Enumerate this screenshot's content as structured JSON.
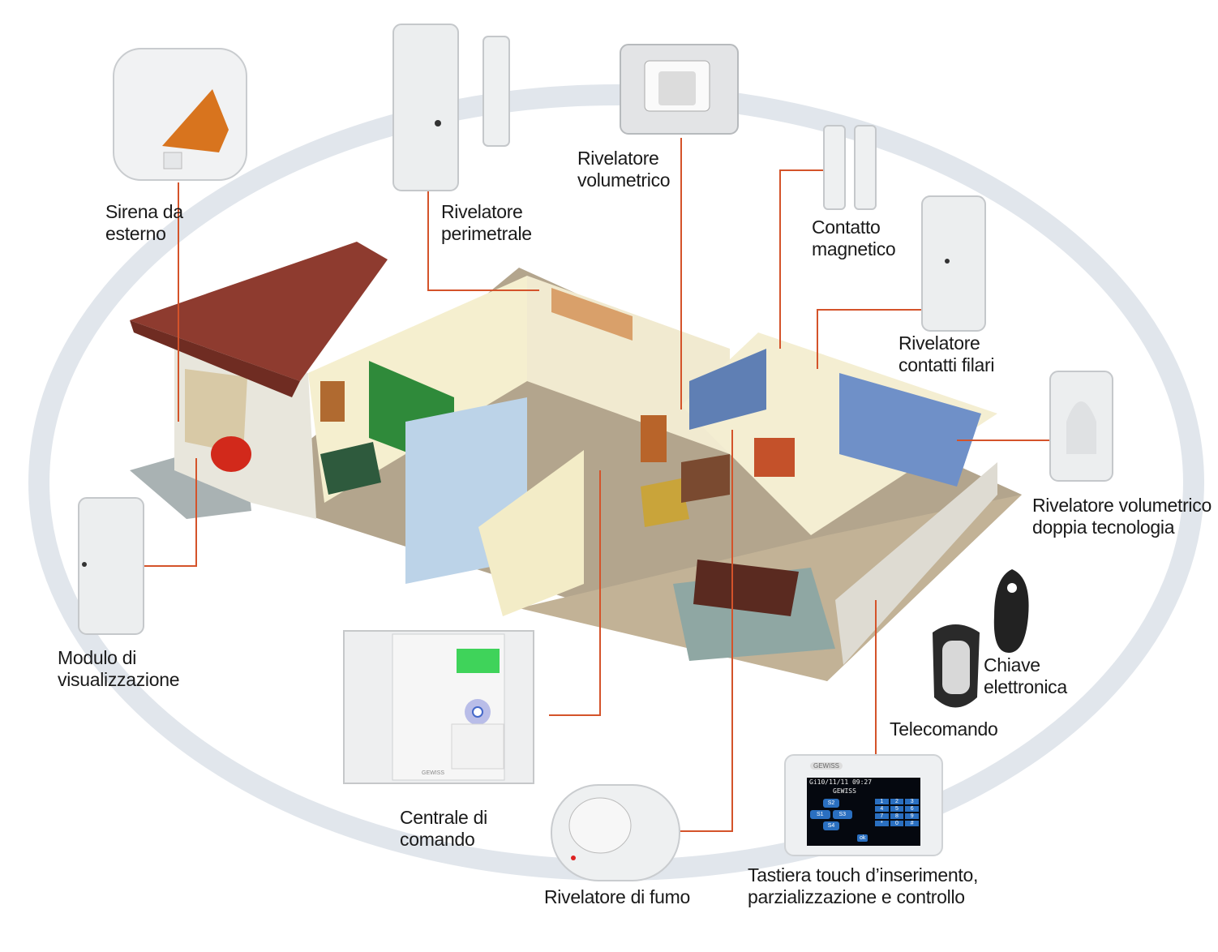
{
  "colors": {
    "leader_line": "#d4532a",
    "ring": "#e1e6ec",
    "roof": "#8b3a2e",
    "floor": "#b8a992"
  },
  "labels": {
    "sirena": [
      "Sirena da",
      "esterno"
    ],
    "perimetrale": [
      "Rivelatore",
      "perimetrale"
    ],
    "volumetrico": [
      "Rivelatore",
      "volumetrico"
    ],
    "contatto": [
      "Contatto",
      "magnetico"
    ],
    "filari": [
      "Rivelatore",
      "contatti filari"
    ],
    "doppia": [
      "Rivelatore volumetrico",
      "doppia tecnologia"
    ],
    "chiave": [
      "Chiave",
      "elettronica"
    ],
    "telecomando": [
      "Telecomando"
    ],
    "tastiera": [
      "Tastiera touch d’inserimento,",
      "parzializzazione e controllo"
    ],
    "fumo": [
      "Rivelatore di fumo"
    ],
    "centrale": [
      "Centrale di",
      "comando"
    ],
    "modulo": [
      "Modulo di",
      "visualizzazione"
    ]
  },
  "keypad": {
    "brand": "GEWISS",
    "datetime": "Gi10/11/11 09:27",
    "name": "GEWISS",
    "scenario_keys": [
      "S1",
      "S2",
      "S3",
      "S4"
    ],
    "nav_keys": [
      "ok"
    ],
    "digits": [
      "1",
      "2",
      "3",
      "4",
      "5",
      "6",
      "7",
      "8",
      "9",
      "*",
      "0",
      "#"
    ]
  },
  "panel": {
    "brand": "GEWISS"
  }
}
